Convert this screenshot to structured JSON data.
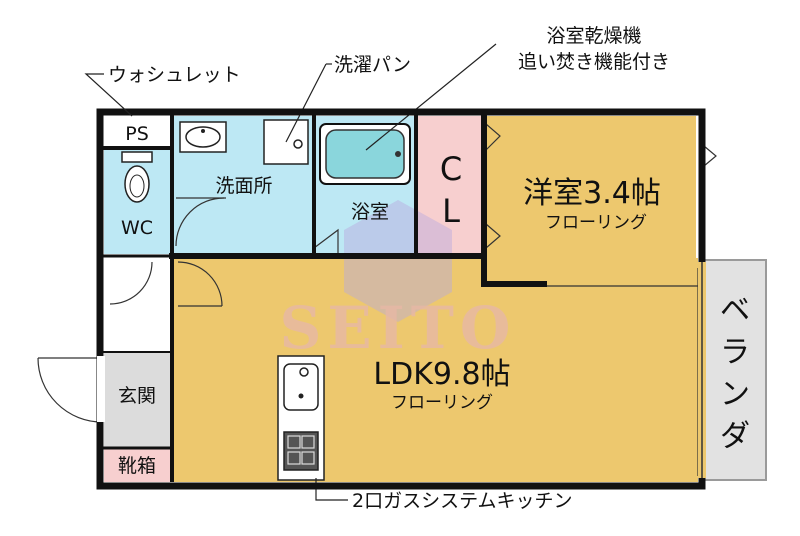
{
  "callouts": {
    "washlet": "ウォシュレット",
    "wash_pan": "洗濯パン",
    "bath_dryer_line1": "浴室乾燥機",
    "bath_dryer_line2": "追い焚き機能付き",
    "kitchen": "2口ガスシステムキッチン"
  },
  "rooms": {
    "ps": "PS",
    "wc": "WC",
    "washroom": "洗面所",
    "bathroom": "浴室",
    "closet_line1": "C",
    "closet_line2": "L",
    "western_room": "洋室3.4帖",
    "western_floor": "フローリング",
    "ldk": "LDK9.8帖",
    "ldk_floor": "フローリング",
    "entrance": "玄関",
    "shoe_box": "靴箱",
    "veranda": [
      "ベ",
      "ラ",
      "ン",
      "ダ"
    ]
  },
  "watermark": "SEITO",
  "colors": {
    "wet_area": "#bde8f4",
    "closet": "#f7cfcf",
    "living_floor": "#edc86e",
    "veranda": "#e2e2e2",
    "entrance": "#dcdcdc",
    "shoe_box": "#f7cfcf",
    "fixture": "#8ad6dc",
    "wall": "#111111"
  }
}
